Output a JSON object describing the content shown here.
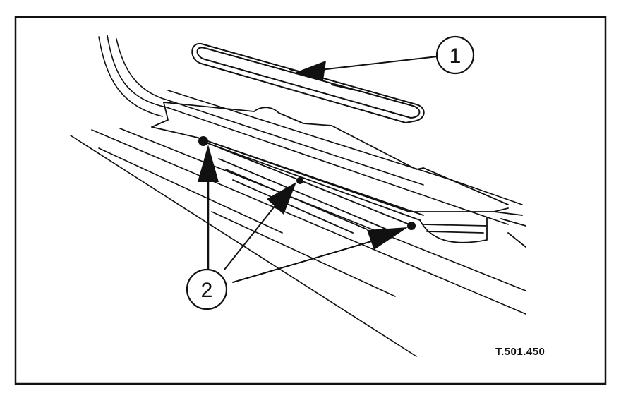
{
  "callouts": [
    {
      "label": "1",
      "part": "sill-trim-strip"
    },
    {
      "label": "2",
      "part": "retaining-clips"
    }
  ],
  "reference_code": "T.501.450",
  "colors": {
    "ink": "#111111",
    "paper": "#ffffff"
  }
}
